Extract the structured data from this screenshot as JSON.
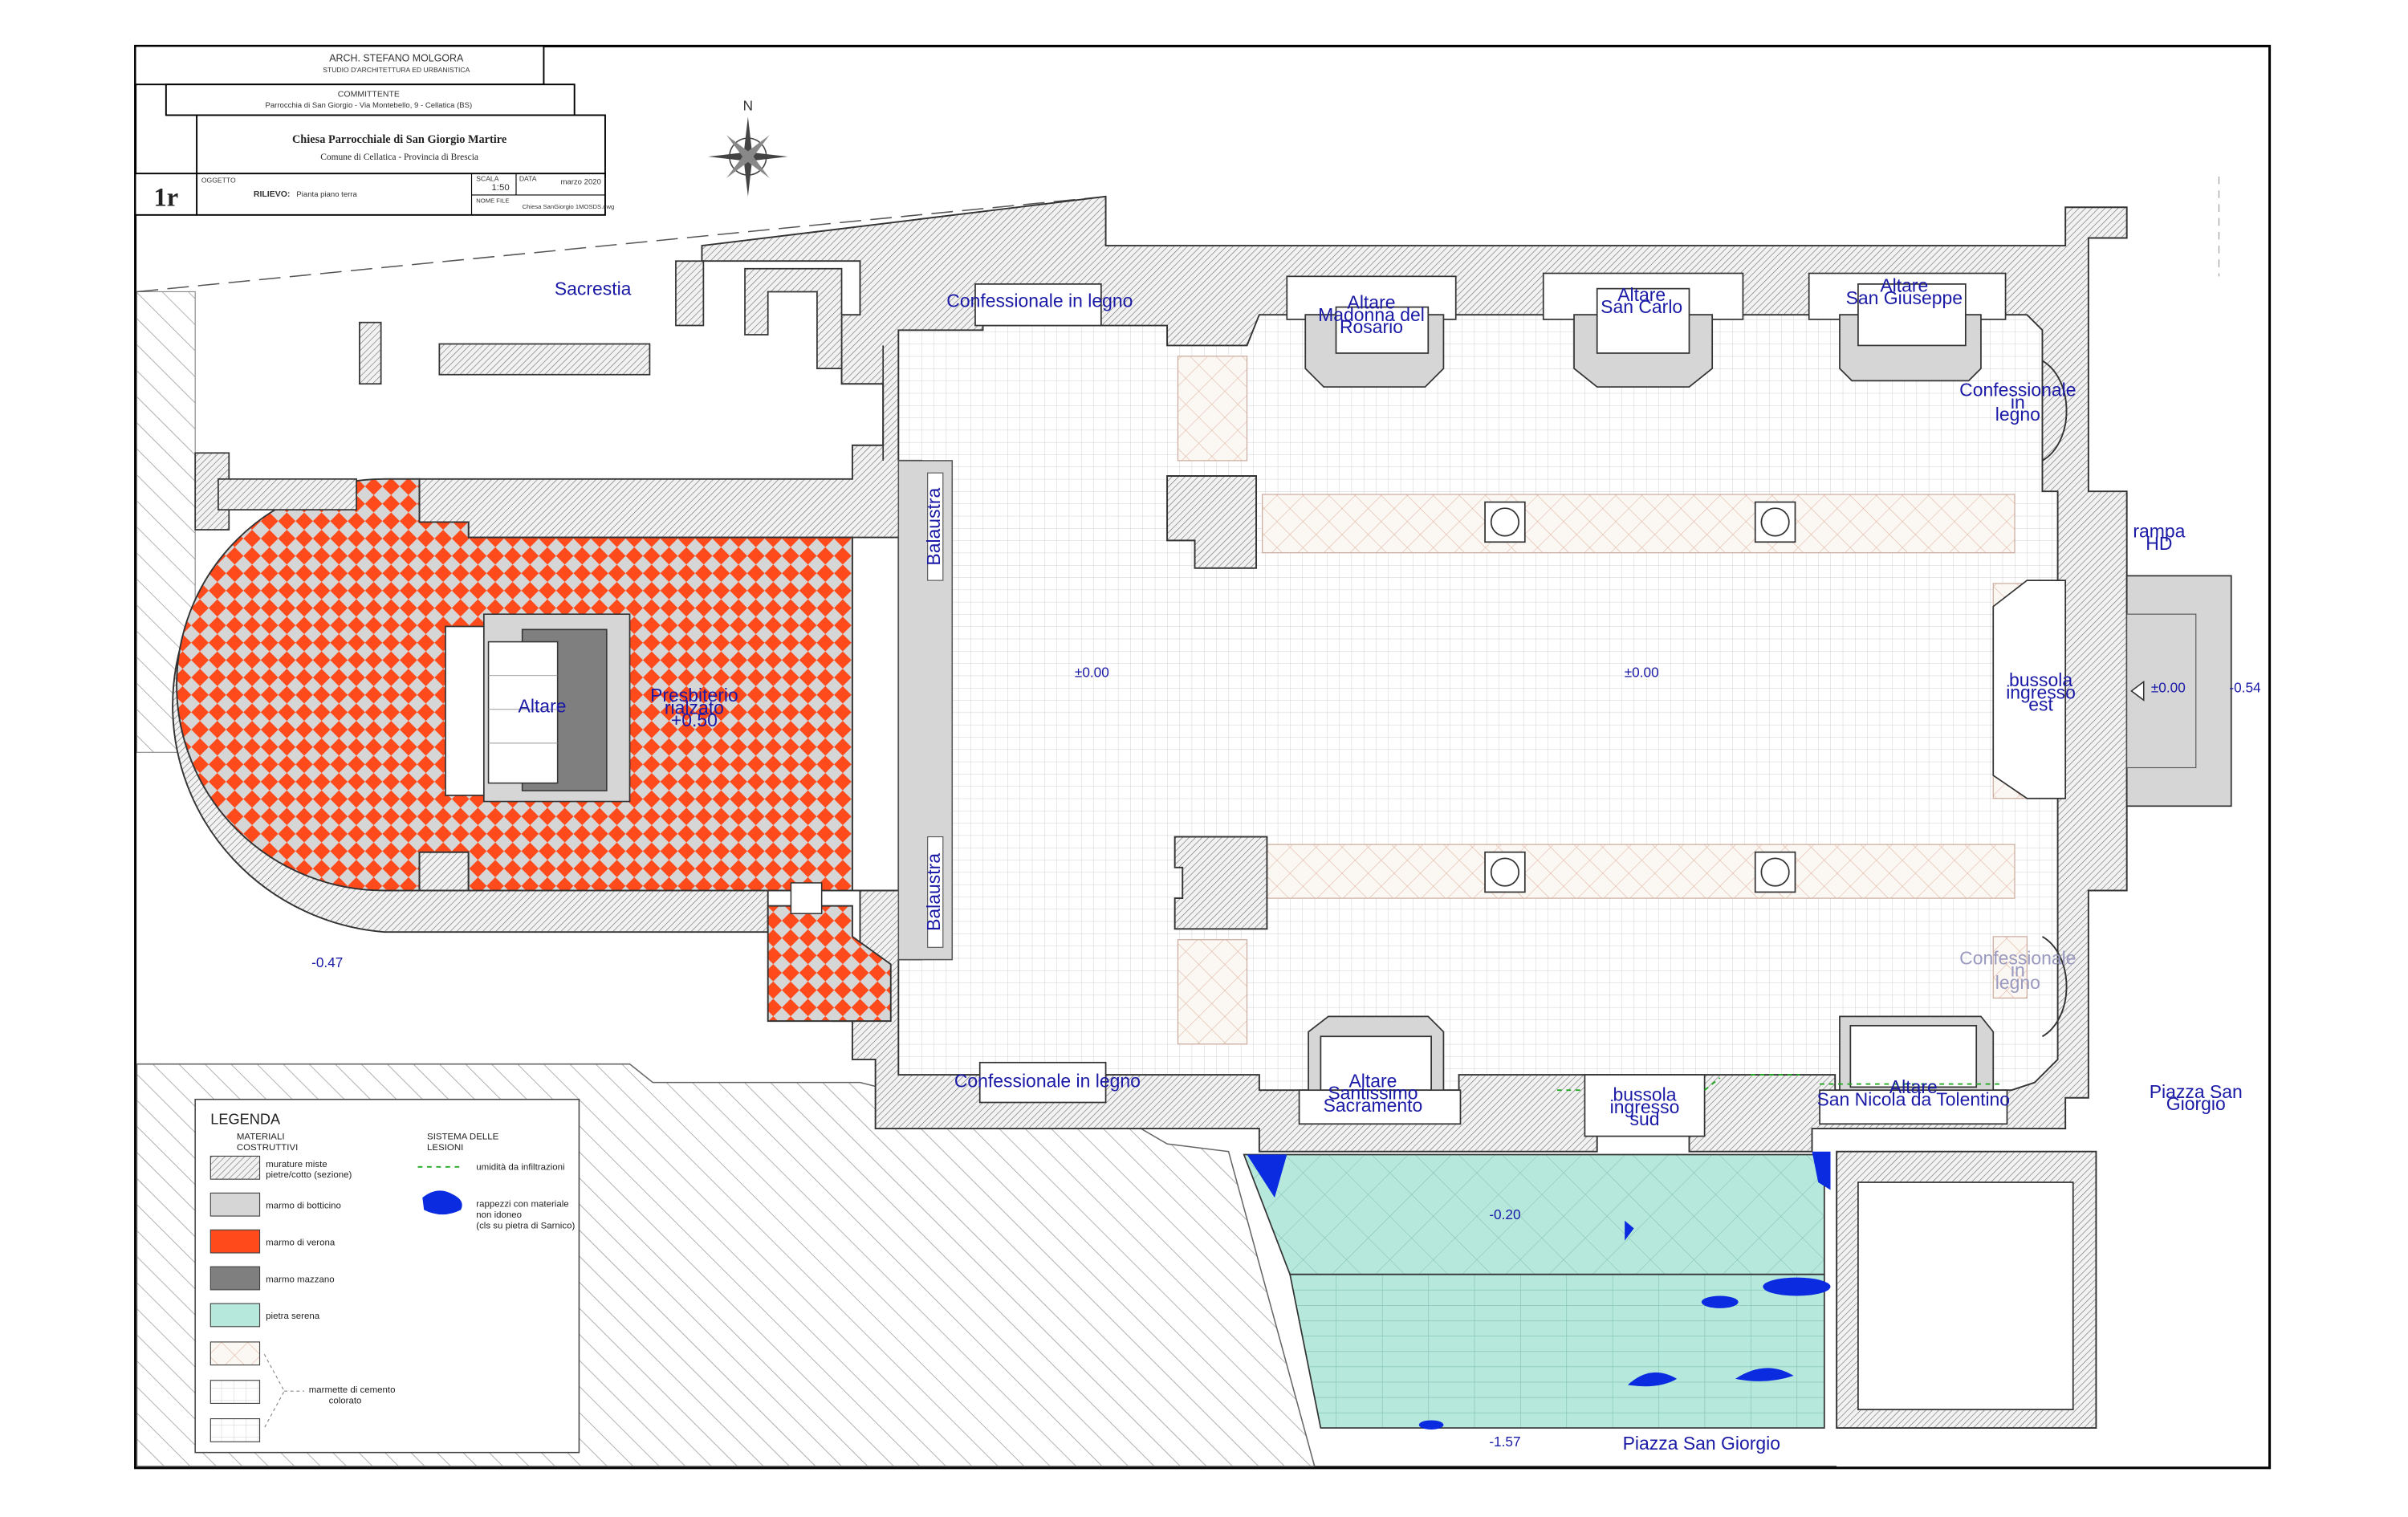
{
  "title_block": {
    "architect": "ARCH. STEFANO MOLGORA",
    "studio": "STUDIO D'ARCHITETTURA ED URBANISTICA",
    "committente_label": "COMMITTENTE",
    "committente": "Parrocchia di San Giorgio - Via Montebello, 9 - Cellatica (BS)",
    "church": "Chiesa Parrocchiale di San Giorgio Martire",
    "location": "Comune di Cellatica - Provincia di Brescia",
    "sheet": "1r",
    "oggetto_label": "OGGETTO",
    "oggetto": "RILIEVO:",
    "oggetto_detail": "Pianta piano terra",
    "scala_label": "SCALA",
    "scala": "1:50",
    "data_label": "DATA",
    "data": "marzo 2020",
    "nome_file_label": "NOME FILE",
    "file": "Chiesa SanGiorgio 1MOSDS.dwg"
  },
  "compass": {
    "north": "N"
  },
  "rooms": {
    "sacrestia": "Sacrestia",
    "confessionale_north": "Confessionale in legno",
    "confessionale_south": "Confessionale in legno",
    "altare_madonna": [
      "Altare",
      "Madonna del",
      "Rosario"
    ],
    "altare_carlo": [
      "Altare",
      "San Carlo"
    ],
    "altare_giuseppe": [
      "Altare",
      "San Giuseppe"
    ],
    "confessionale_east_n": [
      "Confessionale",
      "in",
      "legno"
    ],
    "confessionale_east_s": [
      "Confessionale",
      "in",
      "legno"
    ],
    "rampa": [
      "rampa",
      "HD"
    ],
    "bussola_est": [
      "bussola",
      "ingresso",
      "est"
    ],
    "bussola_sud": [
      "bussola",
      "ingresso",
      "sud"
    ],
    "altare_sacramento": [
      "Altare",
      "Santissimo",
      "Sacramento"
    ],
    "altare_nicola": [
      "Altare",
      "San Nicola da Tolentino"
    ],
    "piazza_label_1": [
      "Piazza San",
      "Giorgio"
    ],
    "piazza_label_2": "Piazza San Giorgio",
    "presbiterio": [
      "Presbiterio",
      "rialzato",
      "+0.50"
    ],
    "altare_main": "Altare",
    "balaustra": "Balaustra"
  },
  "levels": {
    "nave_w": "±0.00",
    "nave_e": "±0.00",
    "entrance": "±0.00",
    "outside_e": "-0.54",
    "outside_w": "-0.47",
    "piazza_high": "-0.20",
    "piazza_low": "-1.57"
  },
  "legend": {
    "title": "LEGENDA",
    "materials_heading": [
      "MATERIALI",
      "COSTRUTTIVI"
    ],
    "damage_heading": [
      "SISTEMA DELLE",
      "LESIONI"
    ],
    "materials": [
      {
        "label": [
          "murature miste",
          "pietre/cotto (sezione)"
        ],
        "pattern": "hatch"
      },
      {
        "label": [
          "marmo di botticino"
        ],
        "color": "#d6d6d6"
      },
      {
        "label": [
          "marmo di verona"
        ],
        "color": "#ff4a1c"
      },
      {
        "label": [
          "marmo mazzano"
        ],
        "color": "#7f7f7f"
      },
      {
        "label": [
          "pietra serena"
        ],
        "color": "#b6e8dc"
      }
    ],
    "cement_label": [
      "marmette di cemento",
      "colorato"
    ],
    "damage": [
      {
        "label": [
          "umidità da infiltrazioni"
        ],
        "color": "#22aa22"
      },
      {
        "label": [
          "rappezzi con materiale",
          "non idoneo",
          "(cls su pietra di Sarnico)"
        ],
        "color": "#0a2be0"
      }
    ]
  },
  "colors": {
    "verona": "#ff4a1c",
    "botticino": "#d6d6d6",
    "mazzano": "#7f7f7f",
    "pietra_serena": "#b6e8dc",
    "label_blue": "#1a1aa6",
    "patch_blue": "#0a2be0"
  }
}
